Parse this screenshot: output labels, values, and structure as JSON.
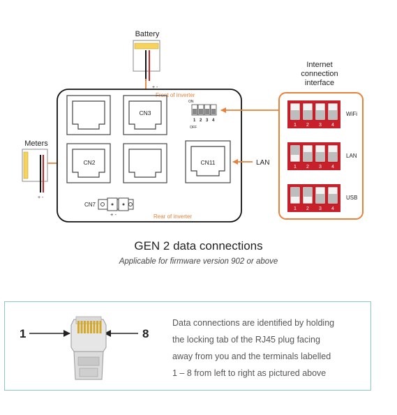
{
  "diagram": {
    "battery_label": "Battery",
    "battery_polarity": "+ -",
    "meters_label": "Meters",
    "meters_polarity": "+ -",
    "front_label": "Front of inverter",
    "rear_label": "Rear of inverter",
    "ports": {
      "cn3": "CN3",
      "cn2": "CN2",
      "cn11": "CN11",
      "cn7": "CN7",
      "cn7_polarity": "+ -"
    },
    "dip_switch": {
      "on": "ON",
      "off": "OFF",
      "numbers": [
        "1",
        "2",
        "3",
        "4"
      ]
    },
    "lan_label": "LAN",
    "internet_interface": {
      "title_lines": [
        "Internet",
        "connection",
        "interface"
      ],
      "modes": [
        {
          "label": "WiFi",
          "numbers": [
            "1",
            "2",
            "3",
            "4"
          ]
        },
        {
          "label": "LAN",
          "numbers": [
            "1",
            "2",
            "3",
            "4"
          ]
        },
        {
          "label": "USB",
          "numbers": [
            "1",
            "2",
            "3",
            "4"
          ]
        }
      ]
    },
    "colors": {
      "accent": "#e8823a",
      "dip_red": "#c8202a",
      "note_border": "#8cc8c2"
    }
  },
  "caption": {
    "title": "GEN 2 data connections",
    "subtitle": "Applicable for firmware version 902 or above"
  },
  "rj45": {
    "left_pin": "1",
    "right_pin": "8",
    "note_lines": [
      "Data connections are identified by holding",
      "the locking tab of the RJ45 plug facing",
      "away from you and the terminals labelled",
      "1 – 8 from left to right as pictured above"
    ]
  }
}
